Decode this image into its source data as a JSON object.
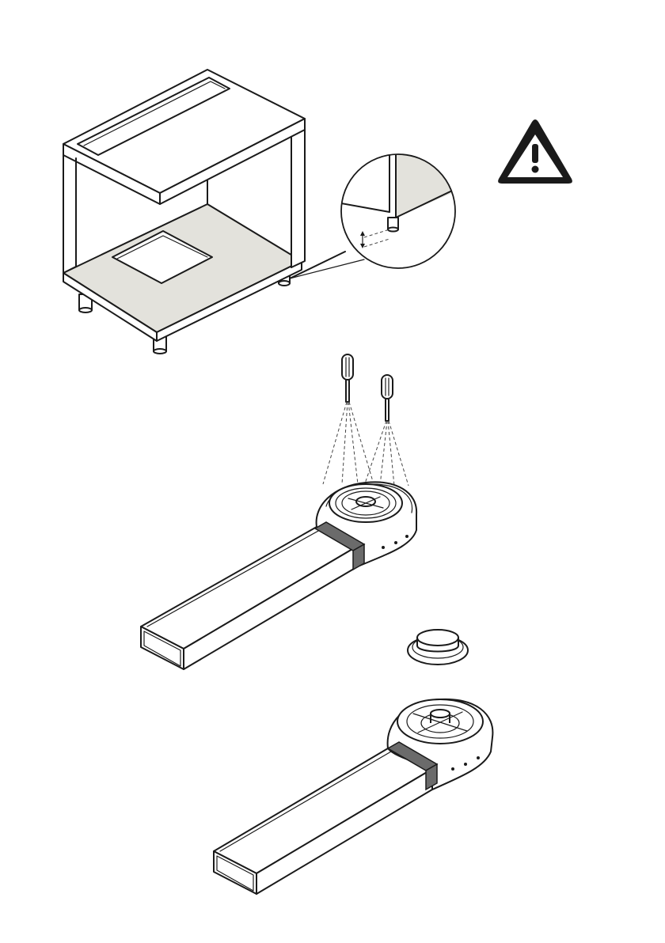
{
  "colors": {
    "line": "#1a1a1a",
    "panel_fill": "#e3e2dc",
    "band_fill": "#6b6b6b",
    "warning_fill": "#ffffff"
  },
  "icons": {
    "warning": "warning-triangle-icon",
    "screwdriver": "screwdriver-icon",
    "gap_arrow": "double-arrow-icon"
  },
  "figures": [
    {
      "name": "cabinet-with-cutout"
    },
    {
      "name": "leg-detail-callout"
    },
    {
      "name": "blower-with-duct-screwed"
    },
    {
      "name": "ring-adapter"
    },
    {
      "name": "blower-with-duct"
    }
  ]
}
